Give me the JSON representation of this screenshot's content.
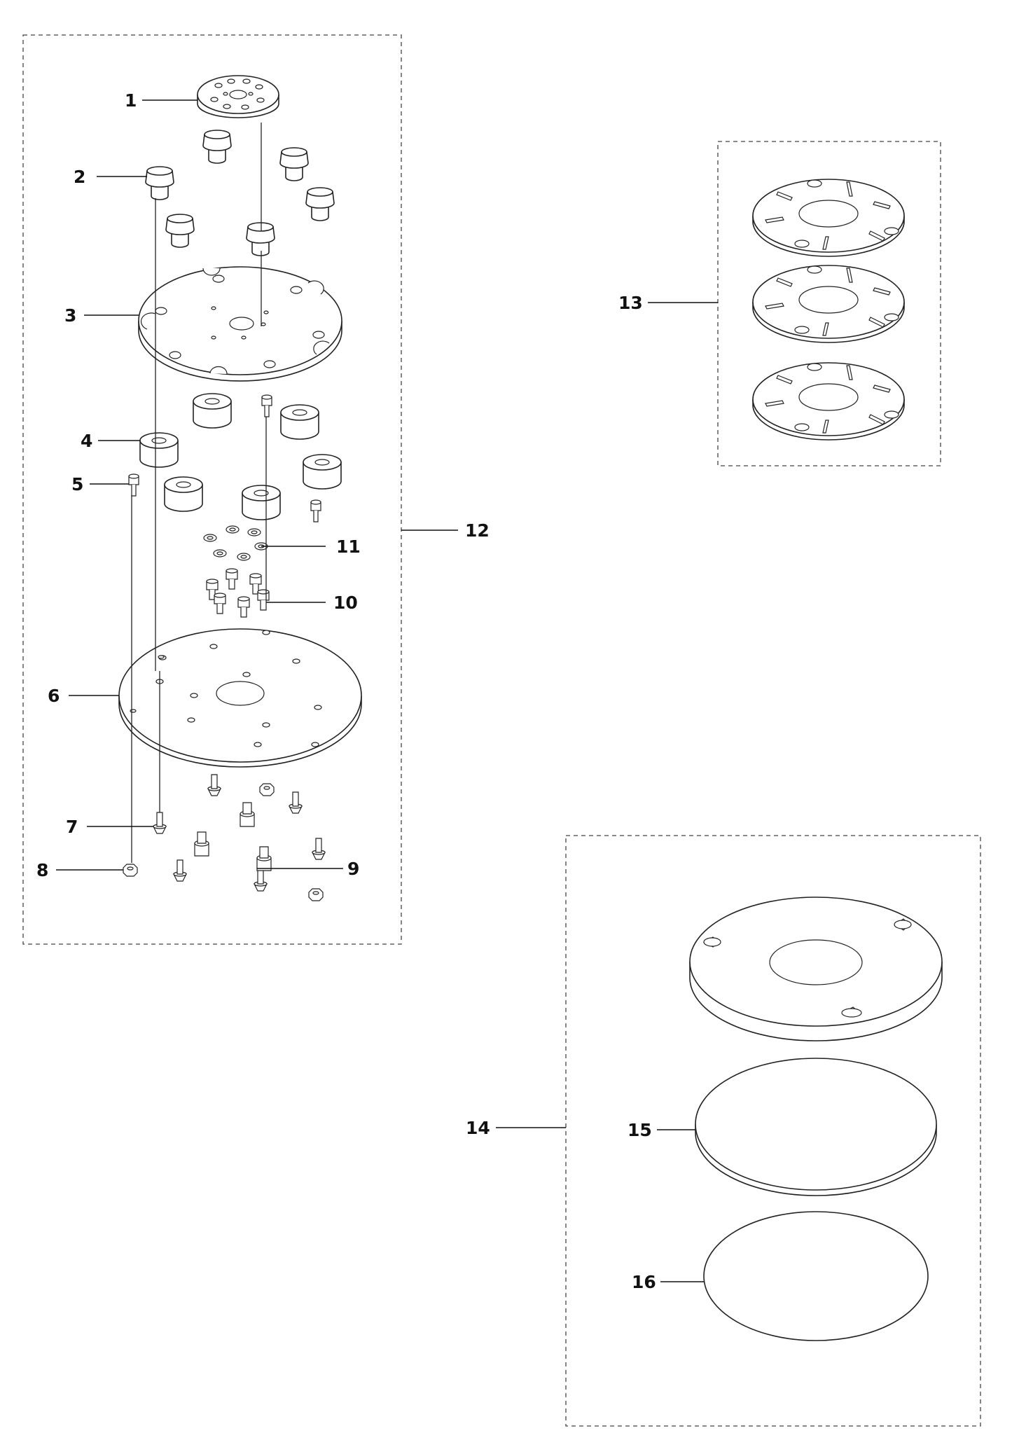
{
  "callouts": [
    {
      "id": "1",
      "label": "1"
    },
    {
      "id": "2",
      "label": "2"
    },
    {
      "id": "3",
      "label": "3"
    },
    {
      "id": "4",
      "label": "4"
    },
    {
      "id": "5",
      "label": "5"
    },
    {
      "id": "6",
      "label": "6"
    },
    {
      "id": "7",
      "label": "7"
    },
    {
      "id": "8",
      "label": "8"
    },
    {
      "id": "9",
      "label": "9"
    },
    {
      "id": "10",
      "label": "10"
    },
    {
      "id": "11",
      "label": "11"
    },
    {
      "id": "12",
      "label": "12"
    },
    {
      "id": "13",
      "label": "13"
    },
    {
      "id": "14",
      "label": "14"
    },
    {
      "id": "15",
      "label": "15"
    },
    {
      "id": "16",
      "label": "16"
    }
  ],
  "colors": {
    "line": "#222222",
    "background": "#ffffff",
    "box": "#444444"
  }
}
